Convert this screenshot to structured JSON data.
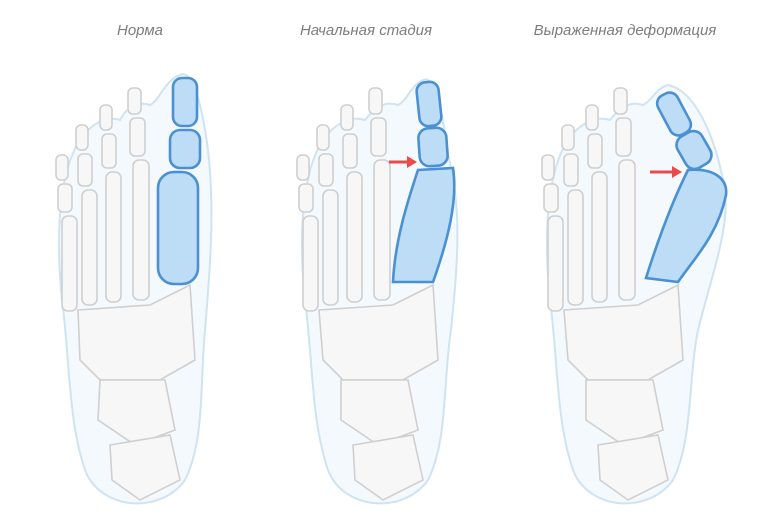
{
  "titles": {
    "normal": "Норма",
    "initial": "Начальная стадия",
    "severe": "Выраженная деформация"
  },
  "colors": {
    "highlight_fill": "#bddcf6",
    "highlight_stroke": "#4a90d2",
    "arrow": "#e84b4b",
    "title_text": "#7d7d7d"
  }
}
